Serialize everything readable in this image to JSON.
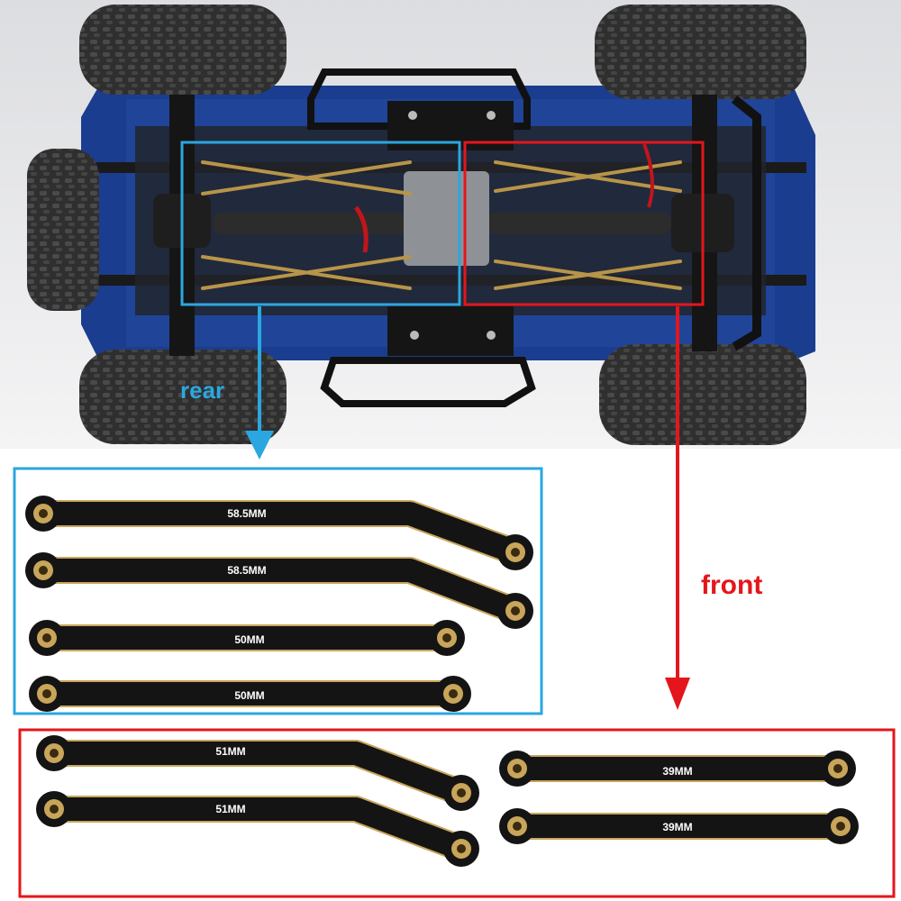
{
  "labels": {
    "rear": "rear",
    "front": "front"
  },
  "links": {
    "rear": [
      {
        "length": "58.5MM",
        "shape": "bent"
      },
      {
        "length": "58.5MM",
        "shape": "bent"
      },
      {
        "length": "50MM",
        "shape": "straight"
      },
      {
        "length": "50MM",
        "shape": "straight"
      }
    ],
    "front": [
      {
        "length": "51MM",
        "shape": "bent"
      },
      {
        "length": "51MM",
        "shape": "bent"
      },
      {
        "length": "39MM",
        "shape": "straight"
      },
      {
        "length": "39MM",
        "shape": "straight"
      }
    ]
  },
  "colors": {
    "rear_accent": "#2aa7e0",
    "front_accent": "#e4161b",
    "link_body": "#141414",
    "brass": "#c8a55a",
    "car_body": "#1b3d8f",
    "tire": "#2b2b2b"
  }
}
